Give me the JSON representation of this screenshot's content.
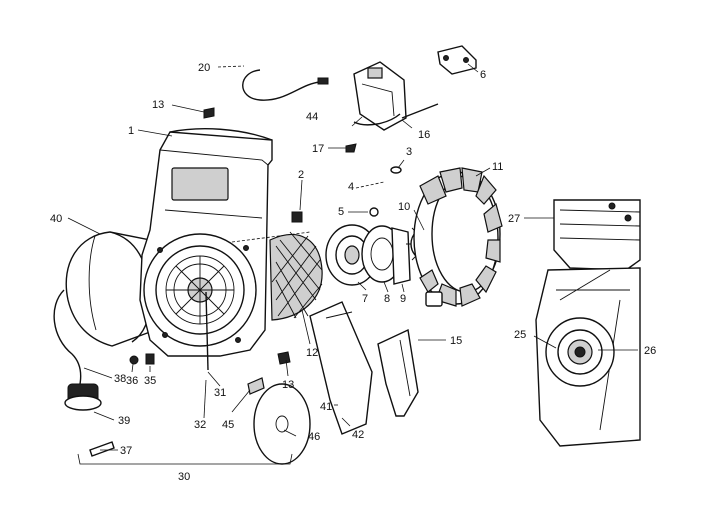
{
  "labels": {
    "p1": "1",
    "p2": "2",
    "p3": "3",
    "p4": "4",
    "p5": "5",
    "p6": "6",
    "p7": "7",
    "p8": "8",
    "p9": "9",
    "p10": "10",
    "p11": "11",
    "p12": "12",
    "p13a": "13",
    "p13b": "13",
    "p15": "15",
    "p16": "16",
    "p17": "17",
    "p20": "20",
    "p25": "25",
    "p26": "26",
    "p27": "27",
    "p30": "30",
    "p31": "31",
    "p32": "32",
    "p35": "35",
    "p36": "36",
    "p37": "37",
    "p38": "38",
    "p39": "39",
    "p40": "40",
    "p41": "41",
    "p42": "42",
    "p44": "44",
    "p45": "45",
    "p46": "46"
  }
}
